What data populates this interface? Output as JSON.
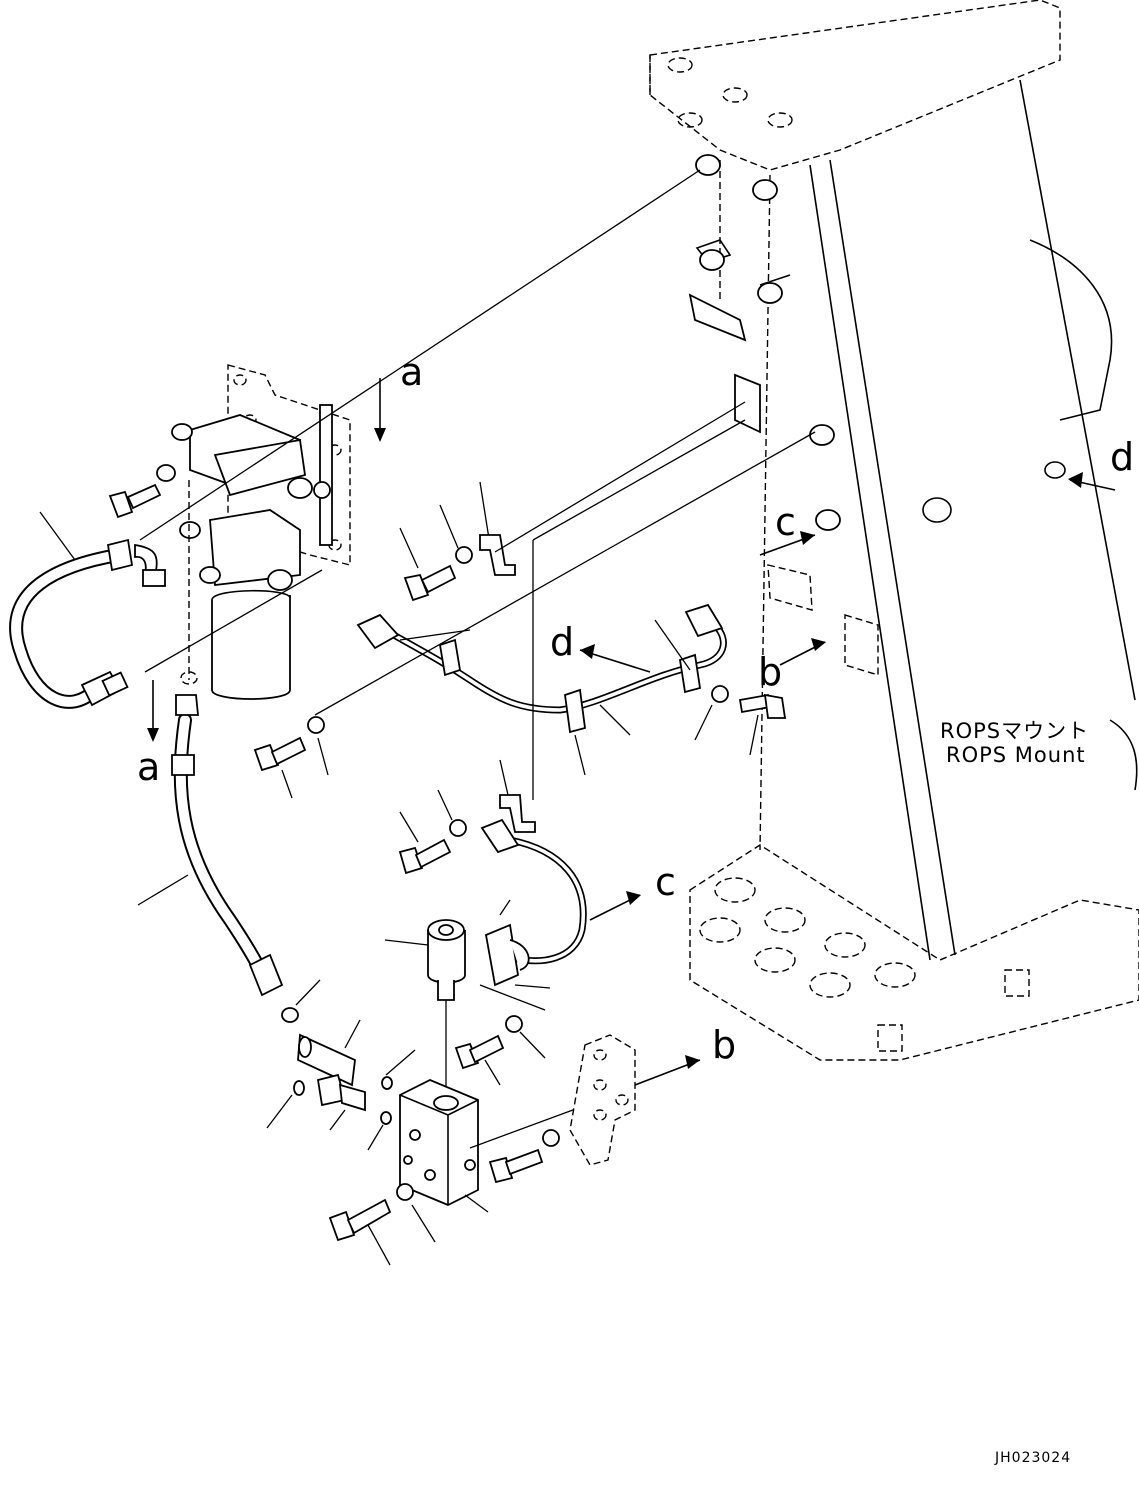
{
  "drawing": {
    "mount_label_jp": "ROPSマウント",
    "mount_label_en": "ROPS Mount",
    "drawing_code": "JH023024"
  },
  "reference_letters": {
    "a_top": "a",
    "a_bottom": "a",
    "b_mount": "b",
    "b_bracket": "b",
    "c_mount": "c",
    "c_wire": "c",
    "d_right": "d",
    "d_harness": "d"
  }
}
